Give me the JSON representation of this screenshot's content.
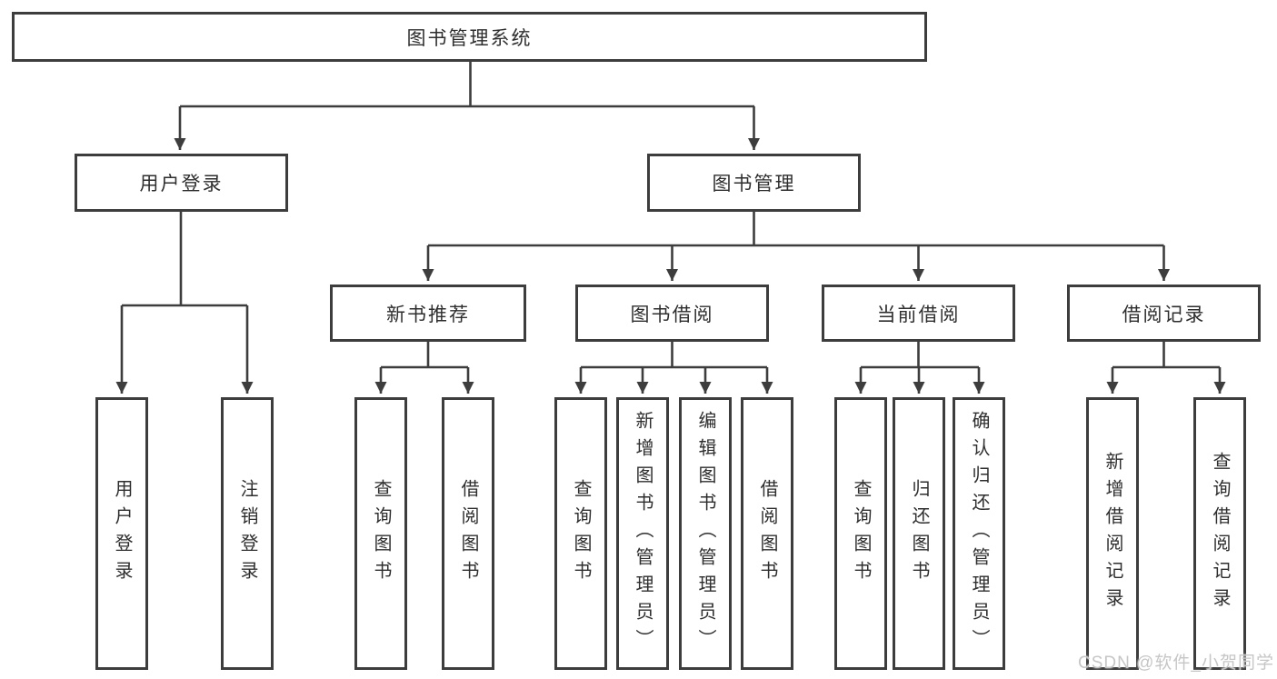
{
  "colors": {
    "line": "#3d3d3d",
    "text": "#2e2e2e",
    "watermark": "#c6c6c6",
    "bg": "#ffffff"
  },
  "tree": {
    "root": {
      "label": "图书管理系统"
    },
    "branches": [
      {
        "label": "用户登录",
        "children": [
          {
            "label": "用户登录"
          },
          {
            "label": "注销登录"
          }
        ]
      },
      {
        "label": "图书管理",
        "children": [
          {
            "label": "新书推荐",
            "children": [
              {
                "label": "查询图书"
              },
              {
                "label": "借阅图书"
              }
            ]
          },
          {
            "label": "图书借阅",
            "children": [
              {
                "label": "查询图书"
              },
              {
                "label": "新增图书（管理员）"
              },
              {
                "label": "编辑图书（管理员）"
              },
              {
                "label": "借阅图书"
              }
            ]
          },
          {
            "label": "当前借阅",
            "children": [
              {
                "label": "查询图书"
              },
              {
                "label": "归还图书"
              },
              {
                "label": "确认归还（管理员）"
              }
            ]
          },
          {
            "label": "借阅记录",
            "children": [
              {
                "label": "新增借阅记录"
              },
              {
                "label": "查询借阅记录"
              }
            ]
          }
        ]
      }
    ]
  },
  "watermark": "CSDN @软件_小贺同学"
}
